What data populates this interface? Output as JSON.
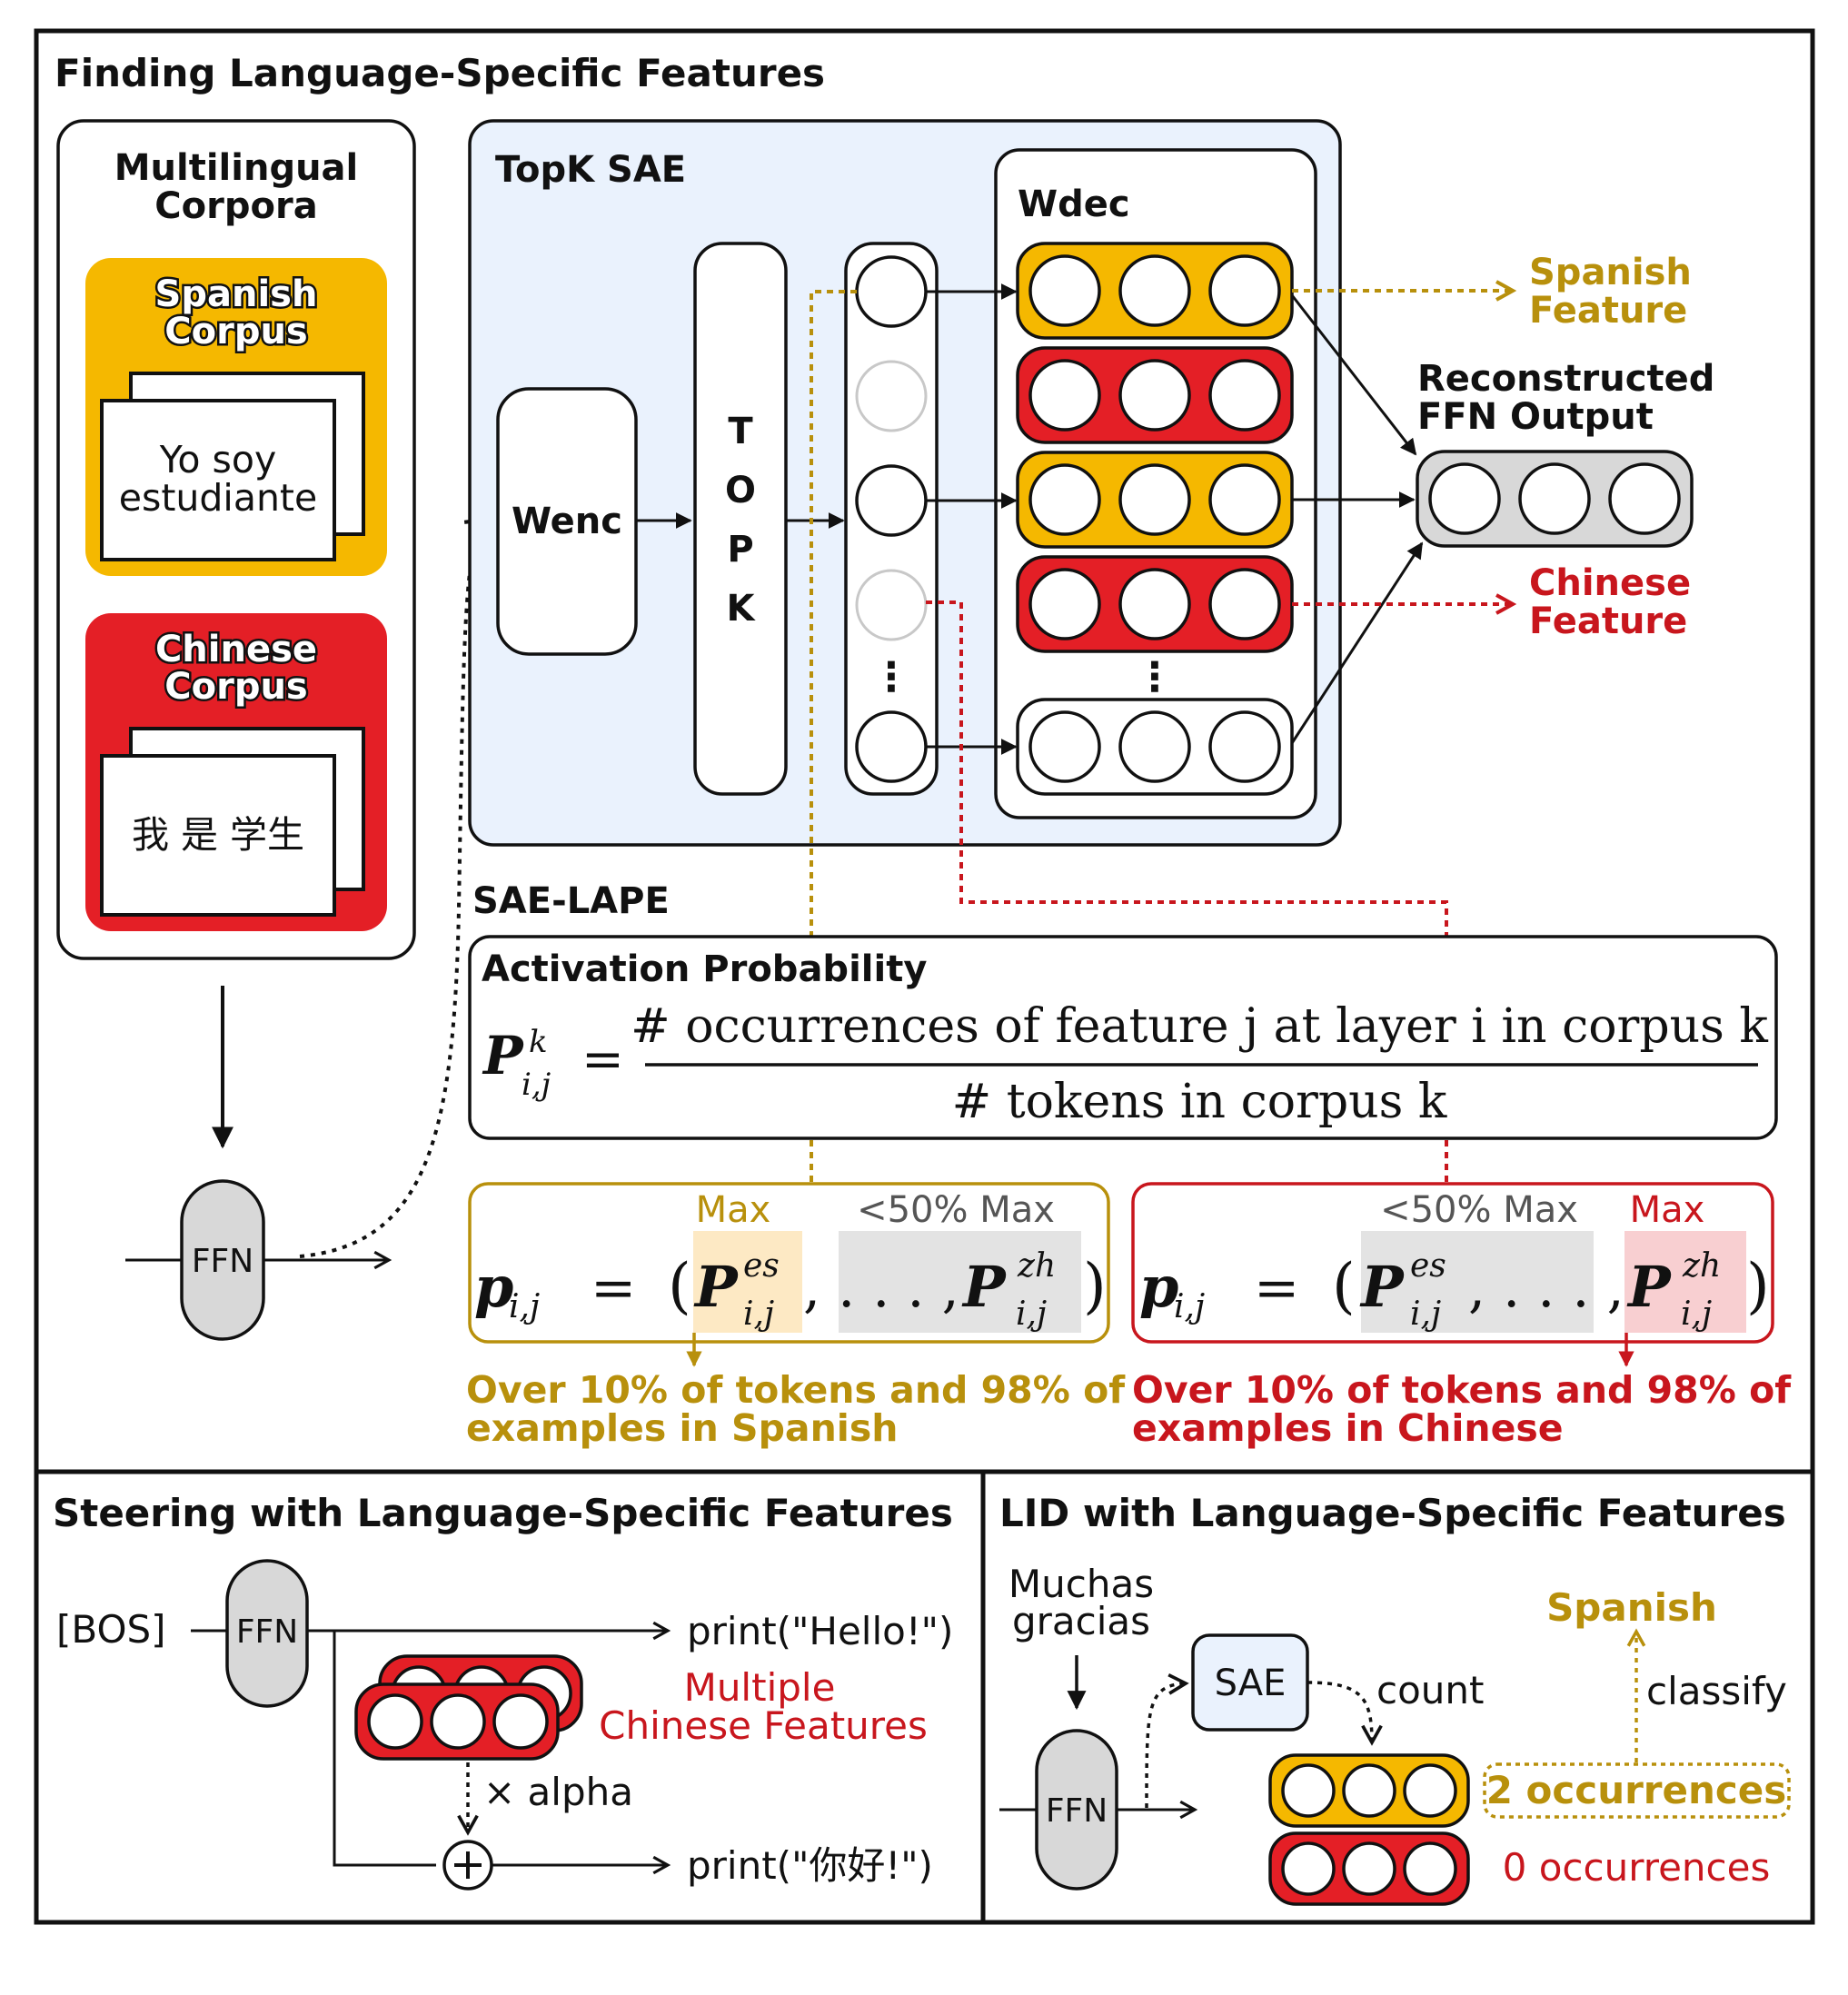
{
  "colors": {
    "gold": "#f5b800",
    "gold_text": "#b8900c",
    "red": "#e41f26",
    "red_text": "#c8161d",
    "sae_bg": "#eaf2fd",
    "ffn_grey": "#d8d8d8"
  },
  "top": {
    "title": "Finding Language-Specific Features",
    "corpora": {
      "title_line1": "Multilingual",
      "title_line2": "Corpora",
      "spanish_line1": "Spanish",
      "spanish_line2": "Corpus",
      "spanish_text_line1": "Yo soy",
      "spanish_text_line2": "estudiante",
      "chinese_line1": "Chinese",
      "chinese_line2": "Corpus",
      "chinese_text": "我 是 学生"
    },
    "ffn": "FFN",
    "sae": {
      "title": "TopK SAE",
      "wenc": "Wenc",
      "topk": [
        "T",
        "O",
        "P",
        "K"
      ],
      "wdec": "Wdec",
      "ellipsis": "⋮"
    },
    "reconstructed_line1": "Reconstructed",
    "reconstructed_line2": "FFN Output",
    "spanish_feature_line1": "Spanish",
    "spanish_feature_line2": "Feature",
    "chinese_feature_line1": "Chinese",
    "chinese_feature_line2": "Feature",
    "lape": {
      "title": "SAE-LAPE",
      "activation_title": "Activation Probability",
      "numerator": "# occurrences of feature j at layer i in corpus k",
      "denominator": "# tokens in corpus k",
      "es_max": "Max",
      "es_half": "<50% Max",
      "zh_half": "<50% Max",
      "zh_max": "Max",
      "es_note_line1": "Over 10% of tokens and 98% of",
      "es_note_line2": "examples in Spanish",
      "zh_note_line1": "Over 10% of tokens and 98% of",
      "zh_note_line2": "examples in Chinese"
    }
  },
  "steering": {
    "title": "Steering with Language-Specific Features",
    "bos": "[BOS]",
    "ffn": "FFN",
    "out1": "print(\"Hello!\")",
    "features_line1": "Multiple",
    "features_line2": "Chinese Features",
    "alpha": "× alpha",
    "out2": "print(\"你好!\")"
  },
  "lid": {
    "title": "LID with Language-Specific Features",
    "input_line1": "Muchas",
    "input_line2": "gracias",
    "ffn": "FFN",
    "sae": "SAE",
    "count": "count",
    "classify": "classify",
    "result": "Spanish",
    "es_occ": "2 occurrences",
    "zh_occ": "0 occurrences"
  }
}
